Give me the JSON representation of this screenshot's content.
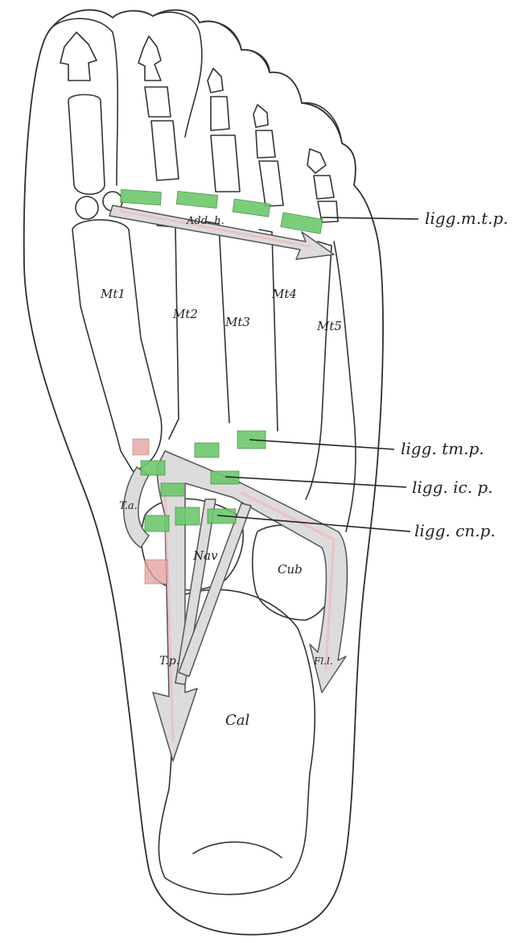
{
  "labels": {
    "ligg_mtp": "ligg.m.t.p.",
    "ligg_tmp": "ligg. tm.p.",
    "ligg_icp": "ligg. ic. p.",
    "ligg_cnp": "ligg. cn.p."
  },
  "bones": {
    "mt1": "Mt1",
    "mt2": "Mt2",
    "mt3": "Mt3",
    "mt4": "Mt4",
    "mt5": "Mt5",
    "nav": "Nav",
    "cub": "Cub",
    "cal": "Cal"
  },
  "tendons": {
    "add_h": "Add. h.",
    "t_a": "T.a.",
    "t_p": "T.p.",
    "fl_l": "Fl.l."
  },
  "colors": {
    "ligament": "#6dc86d",
    "tendon": "#dcdcdc",
    "tendon_highlight": "#f2b8b8",
    "outline": "#2e2e2e"
  }
}
